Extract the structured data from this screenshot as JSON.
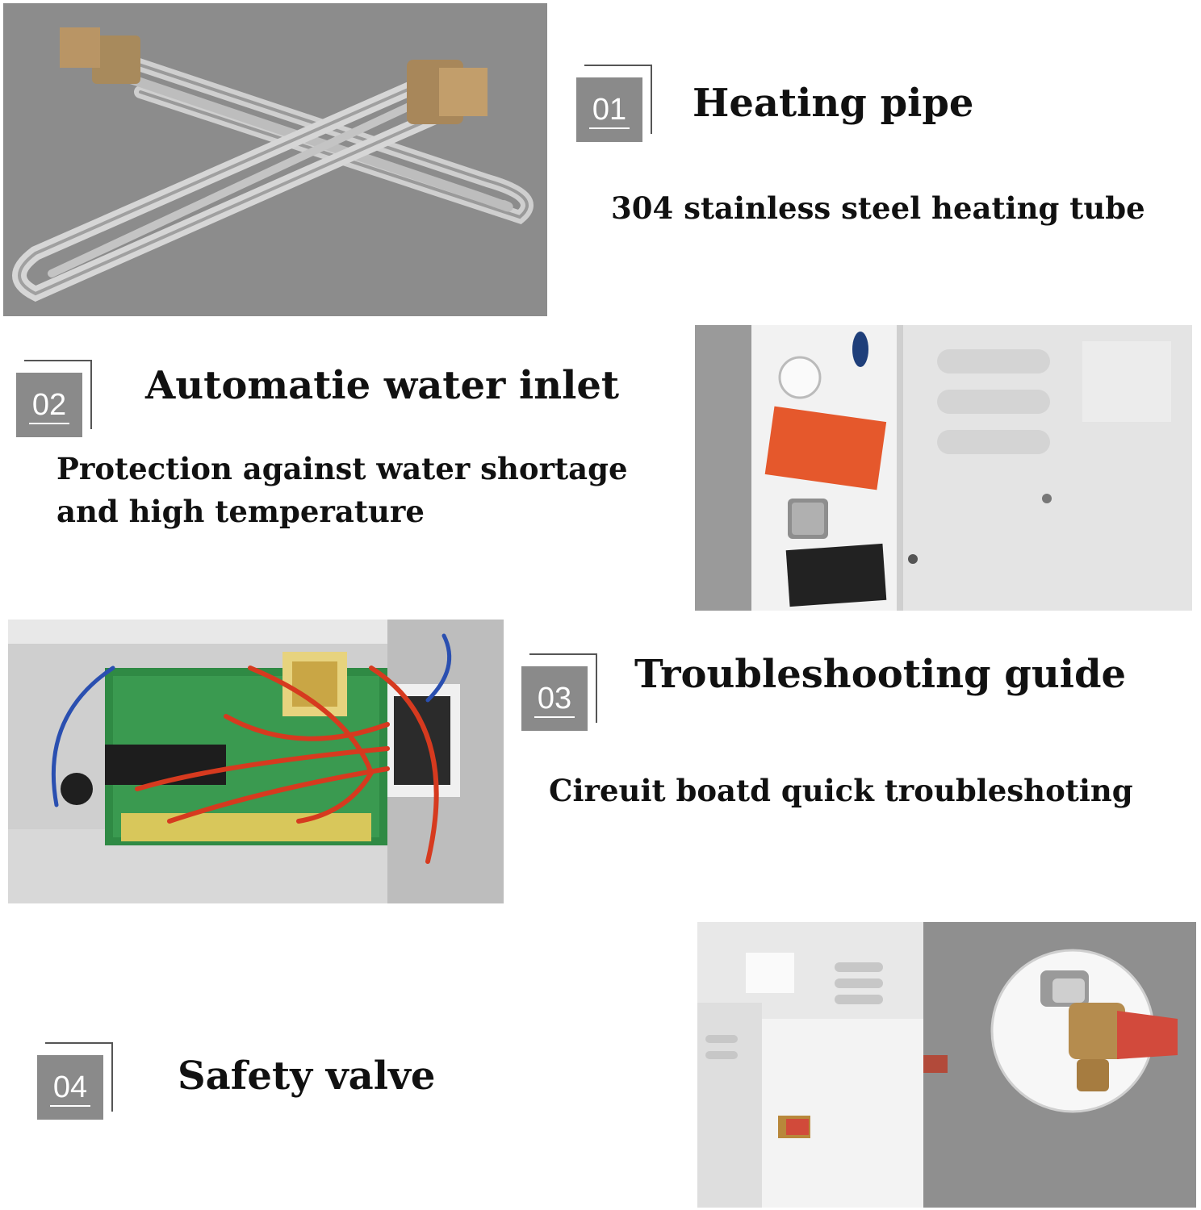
{
  "features": [
    {
      "number": "01",
      "title": "Heating pipe",
      "description": "304 stainless steel heating tube"
    },
    {
      "number": "02",
      "title": "Automatie water inlet",
      "description": "Protection against water shortage\nand high temperature"
    },
    {
      "number": "03",
      "title": "Troubleshooting guide",
      "description": "Cireuit boatd quick troubleshoting"
    },
    {
      "number": "04",
      "title": "Safety valve",
      "description": ""
    }
  ]
}
